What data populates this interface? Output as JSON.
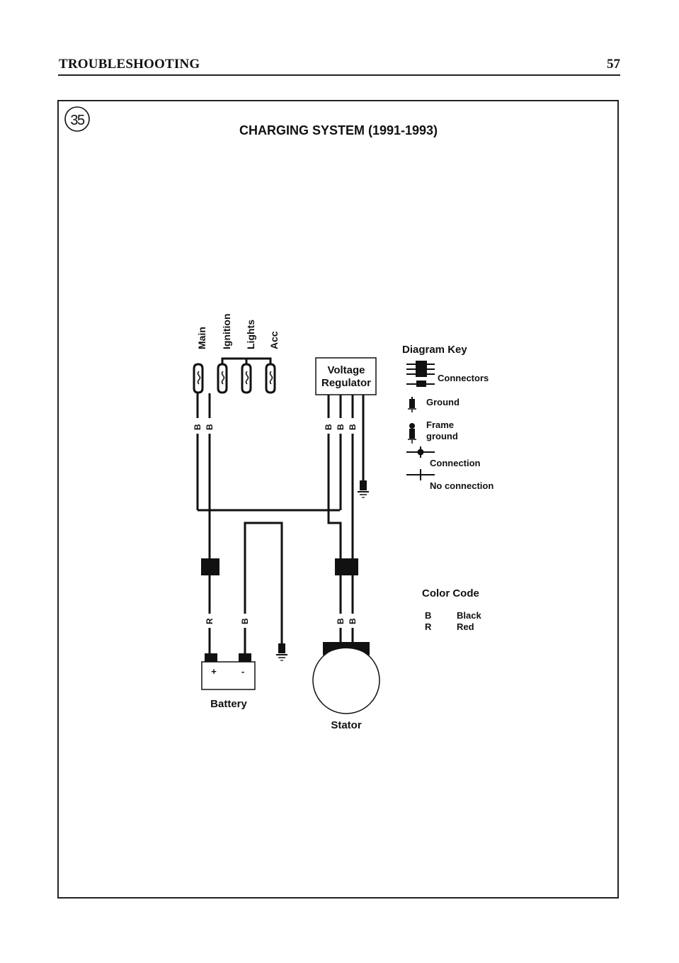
{
  "header": {
    "section": "TROUBLESHOOTING",
    "page_number": "57"
  },
  "figure": {
    "number": "35",
    "title": "CHARGING SYSTEM (1991-1993)"
  },
  "fuses": {
    "main": "Main",
    "ignition": "Ignition",
    "lights": "Lights",
    "acc": "Acc"
  },
  "components": {
    "regulator_line1": "Voltage",
    "regulator_line2": "Regulator",
    "battery": "Battery",
    "battery_plus": "+",
    "battery_minus": "-",
    "stator": "Stator"
  },
  "wire_labels": {
    "main_1": "B",
    "main_2": "B",
    "reg_1": "B",
    "reg_2": "B",
    "reg_3": "B",
    "batt_pos": "R",
    "batt_neg": "B",
    "stator_1": "B",
    "stator_2": "B"
  },
  "diagram_key": {
    "title": "Diagram Key",
    "connectors": "Connectors",
    "ground": "Ground",
    "frame_ground_1": "Frame",
    "frame_ground_2": "ground",
    "connection": "Connection",
    "no_connection": "No connection"
  },
  "color_code": {
    "title": "Color Code",
    "entries": [
      {
        "code": "B",
        "name": "Black"
      },
      {
        "code": "R",
        "name": "Red"
      }
    ]
  },
  "colors": {
    "ink": "#111111",
    "paper": "#ffffff"
  }
}
